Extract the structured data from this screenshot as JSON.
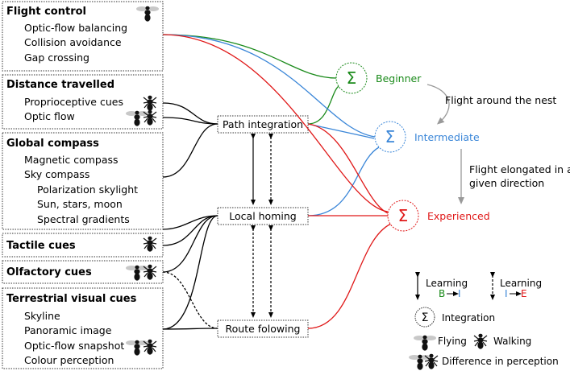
{
  "boxes": {
    "flight_control": {
      "title": "Flight control",
      "items": [
        "Optic-flow balancing",
        "Collision avoidance",
        "Gap crossing"
      ]
    },
    "distance_travelled": {
      "title": "Distance travelled",
      "items": [
        "Proprioceptive cues",
        "Optic flow"
      ]
    },
    "global_compass": {
      "title": "Global compass",
      "items": [
        "Magnetic compass",
        "Sky compass",
        "Polarization skylight",
        "Sun, stars, moon",
        "Spectral gradients"
      ]
    },
    "tactile_cues": {
      "title": "Tactile cues"
    },
    "olfactory_cues": {
      "title": "Olfactory cues"
    },
    "terrestrial_visual_cues": {
      "title": "Terrestrial visual cues",
      "items": [
        "Skyline",
        "Panoramic image",
        "Optic-flow snapshot",
        "Colour perception"
      ]
    }
  },
  "modules": {
    "path_integration": "Path integration",
    "local_homing": "Local homing",
    "route_following": "Route folowing"
  },
  "integrators": {
    "symbol": "Σ",
    "beginner": "Beginner",
    "intermediate": "Intermediate",
    "experienced": "Experienced"
  },
  "transitions": {
    "first": "Flight around the nest",
    "second_line1": "Flight elongated in a",
    "second_line2": "given direction"
  },
  "legend": {
    "learning": "Learning",
    "b_label": "B",
    "i_label": "I",
    "e_label": "E",
    "integration": "Integration",
    "flying": "Flying",
    "walking": "Walking",
    "difference": "Difference in perception"
  },
  "colors": {
    "beginner": "#1a8a1a",
    "intermediate": "#3a86d8",
    "experienced": "#e01818",
    "arrow_gray": "#999999"
  }
}
